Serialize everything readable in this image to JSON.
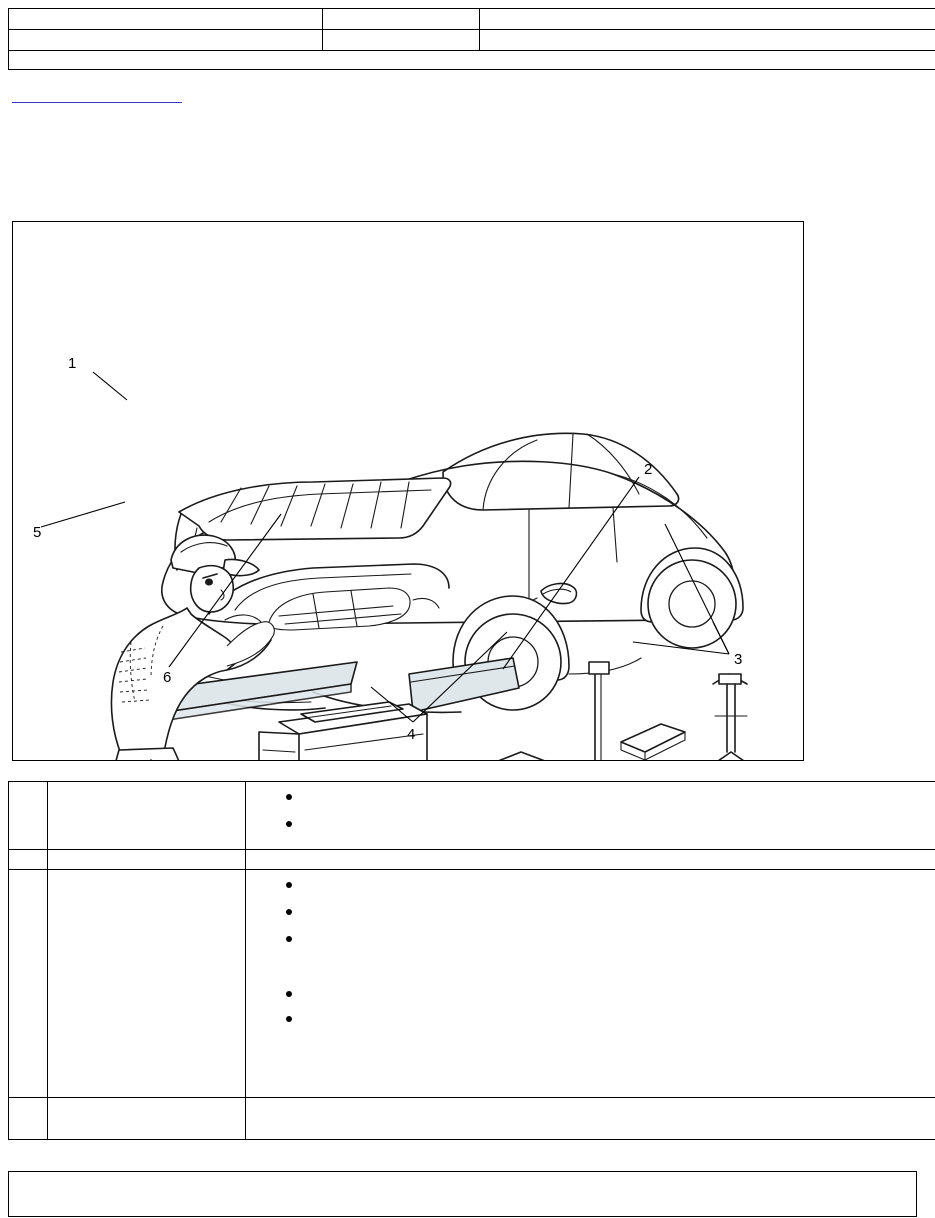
{
  "document": {
    "title": "",
    "link_text": "",
    "header_table": {
      "rows": [
        {
          "cells": [
            "",
            "",
            ""
          ]
        },
        {
          "cells": [
            "",
            "",
            ""
          ]
        }
      ],
      "full_width_row": ""
    },
    "figure": {
      "name": "engine-bay-service-illustration",
      "caption": "",
      "callouts": [
        {
          "id": "1",
          "label": "1"
        },
        {
          "id": "2",
          "label": "2"
        },
        {
          "id": "3",
          "label": "3"
        },
        {
          "id": "4",
          "label": "4"
        },
        {
          "id": "5",
          "label": "5"
        },
        {
          "id": "6",
          "label": "6"
        }
      ]
    },
    "body_table": {
      "rows": [
        {
          "num": "",
          "name": "",
          "desc": "",
          "bullets": [
            "",
            ""
          ]
        },
        {
          "num": "",
          "name": "",
          "desc": "",
          "bullets": []
        },
        {
          "num": "",
          "name": "",
          "desc": "",
          "bullets": [
            "",
            "",
            "",
            "",
            ""
          ]
        },
        {
          "num": "",
          "name": "",
          "desc": "",
          "bullets": []
        }
      ]
    },
    "footer_note": ""
  },
  "colors": {
    "link": "#3333cc",
    "border": "#000000",
    "glass_fill": "#dfe7ea",
    "page_bg": "#ffffff"
  }
}
